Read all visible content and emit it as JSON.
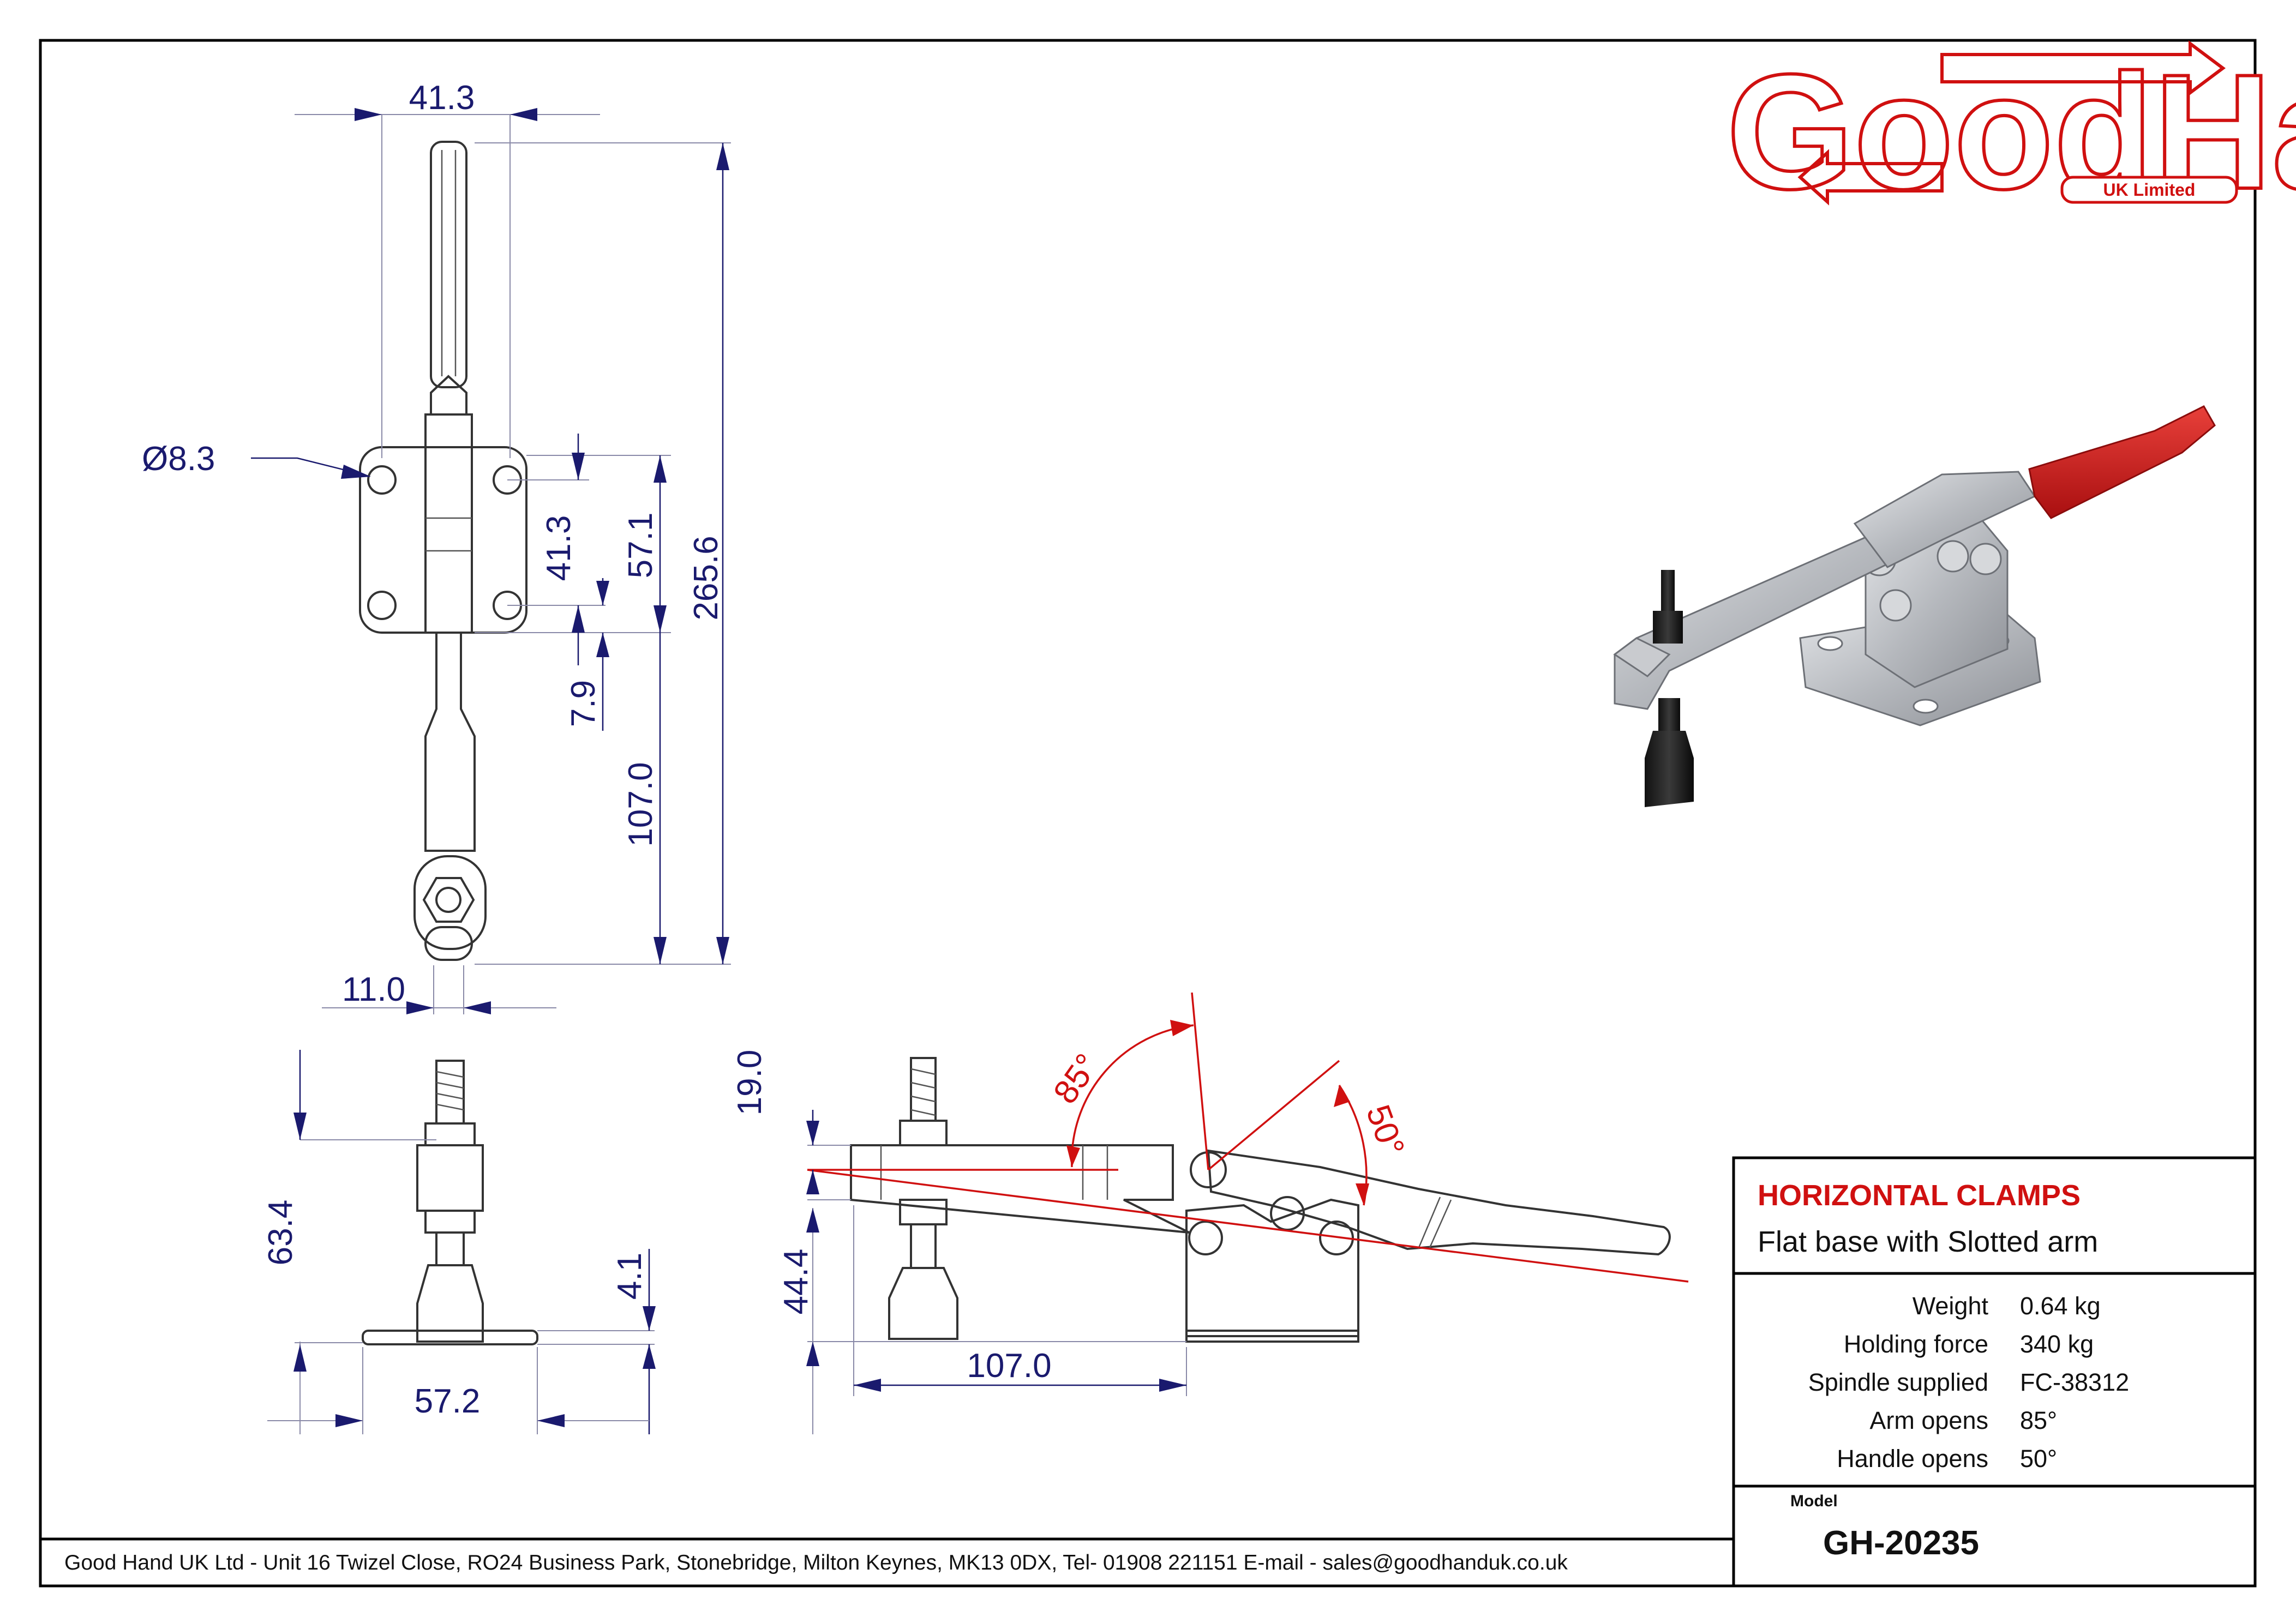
{
  "logo": {
    "main": "GoodHand",
    "sub": "UK Limited"
  },
  "title_block": {
    "title": "HORIZONTAL CLAMPS",
    "subtitle": "Flat base with Slotted arm",
    "specs": [
      {
        "label": "Weight",
        "value": "0.64 kg"
      },
      {
        "label": "Holding force",
        "value": "340 kg"
      },
      {
        "label": "Spindle supplied",
        "value": "FC-38312"
      },
      {
        "label": "Arm opens",
        "value": "85°"
      },
      {
        "label": "Handle opens",
        "value": "50°"
      }
    ],
    "model_label": "Model",
    "model": "GH-20235"
  },
  "footer": "Good Hand UK Ltd  - Unit 16 Twizel Close, RO24 Business Park, Stonebridge, Milton Keynes, MK13 0DX,  Tel- 01908 221151  E-mail - sales@goodhanduk.co.uk",
  "dimensions": {
    "top_width": "41.3",
    "hole_dia": "Ø8.3",
    "hole_spacing_v": "41.3",
    "base_length": "57.1",
    "overall_length": "265.6",
    "offset": "7.9",
    "reach": "107.0",
    "tip_width": "11.0",
    "spindle_height": "63.4",
    "base_thickness": "4.1",
    "base_width": "57.2",
    "arm_height": "19.0",
    "pivot_height": "44.4",
    "side_reach": "107.0"
  },
  "angles": {
    "arm": "85°",
    "handle": "50°"
  },
  "colors": {
    "accent": "#d01010",
    "dimension": "#1a1a6e",
    "handle_grip": "#cc1f1f",
    "metal": "#b9bcc0"
  }
}
